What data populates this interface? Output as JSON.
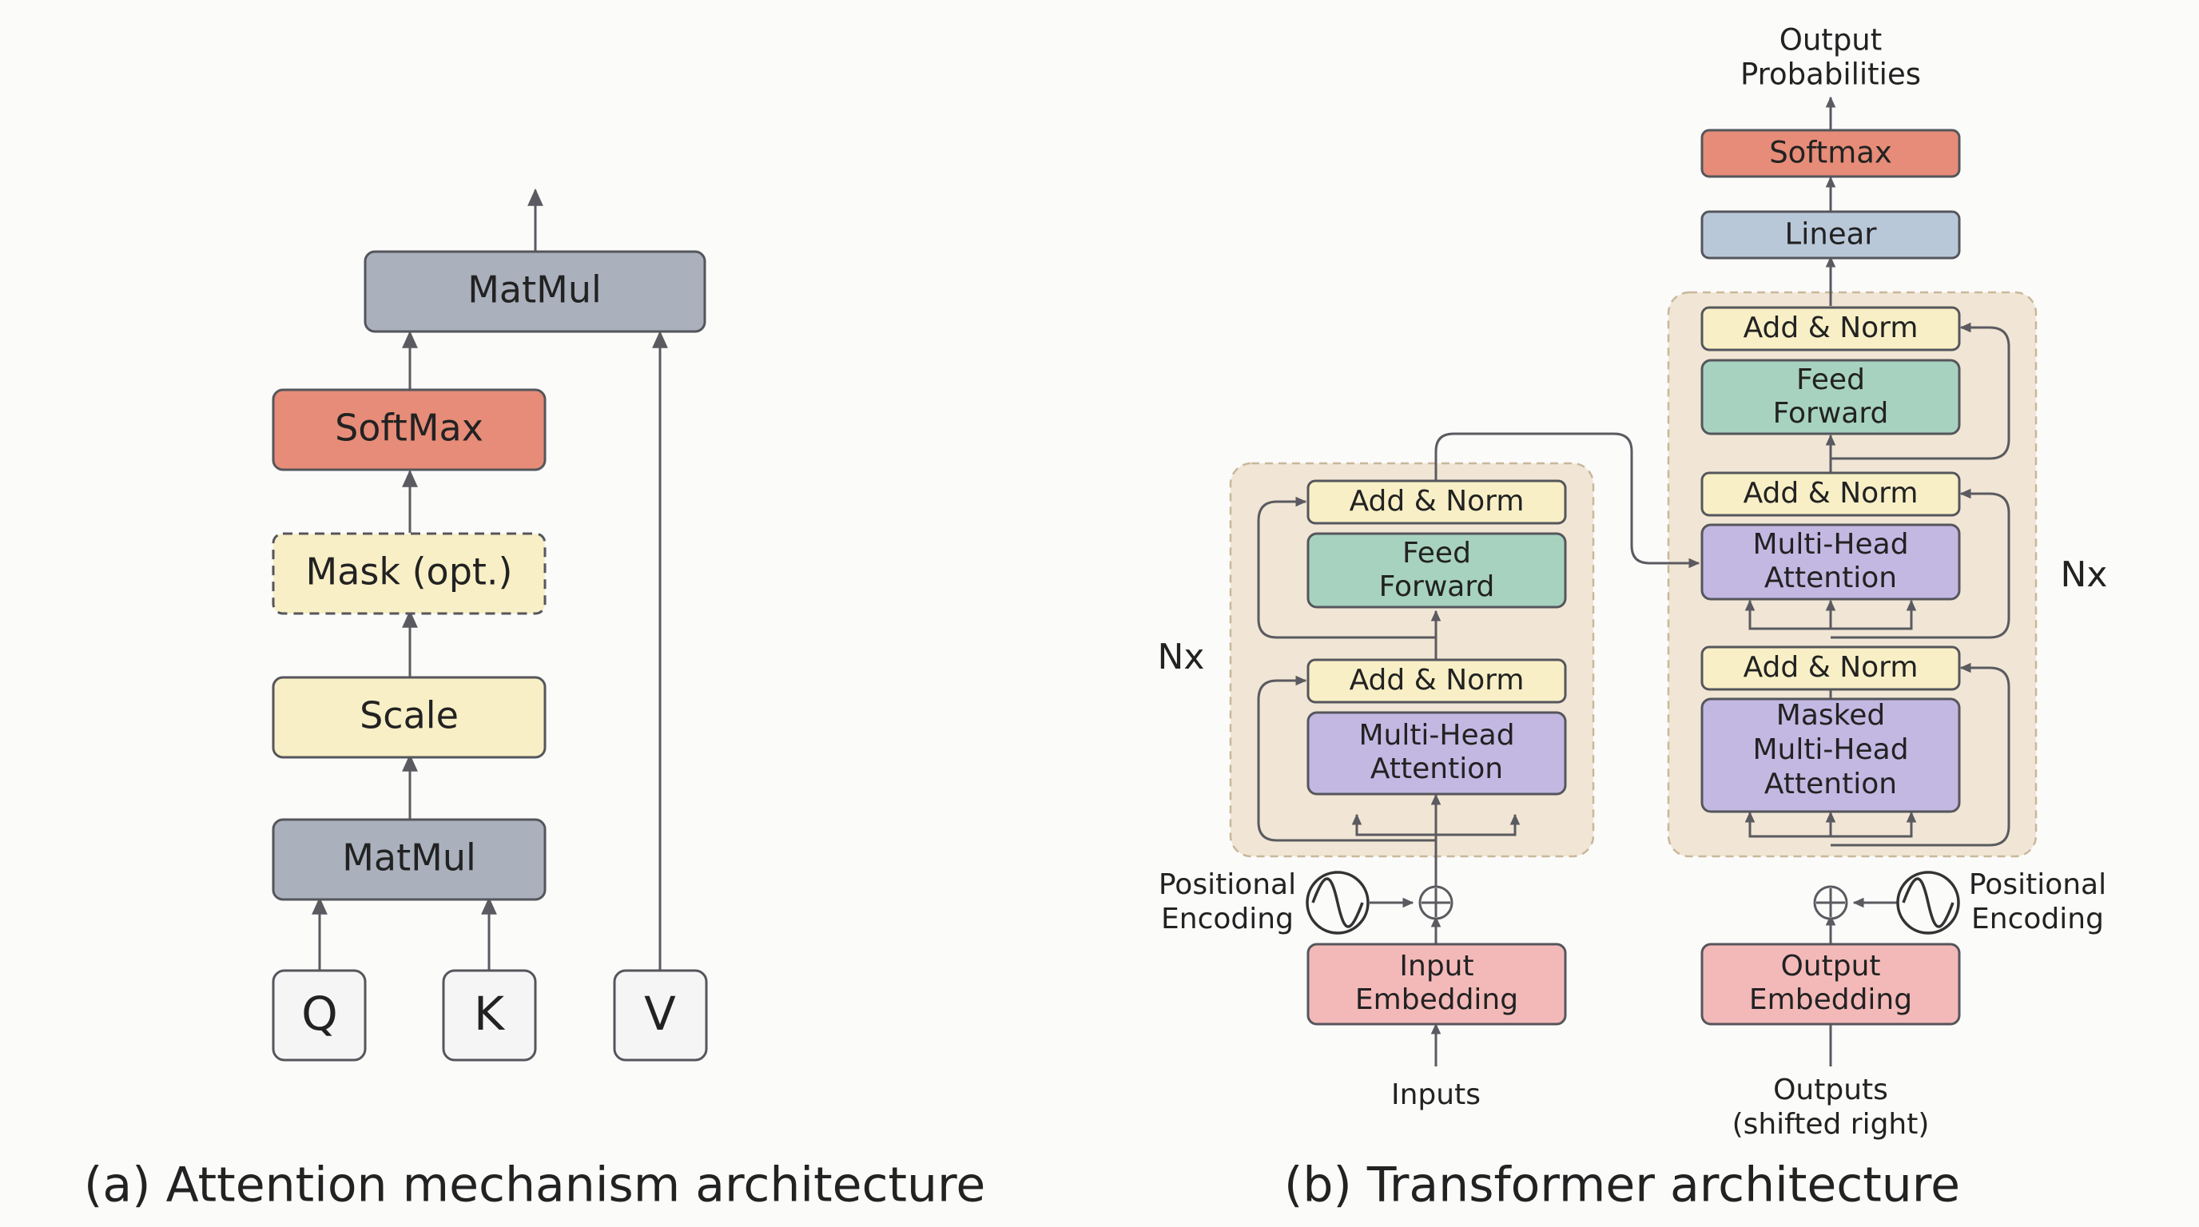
{
  "colors": {
    "gray": "#aab0bc",
    "red": "#e68c78",
    "yellow": "#f8efc6",
    "green": "#a7d2bf",
    "purple": "#c3b8e2",
    "blue": "#b9c8d9",
    "pink": "#f3b9b9",
    "white": "#f5f5f5",
    "stack": "#f1e6d5",
    "line": "#5a5a60"
  },
  "attention": {
    "matmul_top": "MatMul",
    "softmax": "SoftMax",
    "mask": "Mask (opt.)",
    "scale": "Scale",
    "matmul_bottom": "MatMul",
    "q": "Q",
    "k": "K",
    "v": "V",
    "caption": "(a) Attention mechanism architecture"
  },
  "transformer": {
    "output_probabilities": [
      "Output",
      "Probabilities"
    ],
    "softmax": "Softmax",
    "linear": "Linear",
    "encoder": {
      "repeat": "Nx",
      "add_norm": "Add & Norm",
      "feed_forward": [
        "Feed",
        "Forward"
      ],
      "multi_head_attention": [
        "Multi-Head",
        "Attention"
      ],
      "positional_encoding": [
        "Positional",
        "Encoding"
      ],
      "input_embedding": [
        "Input",
        "Embedding"
      ],
      "inputs": "Inputs"
    },
    "decoder": {
      "repeat": "Nx",
      "add_norm": "Add & Norm",
      "feed_forward": [
        "Feed",
        "Forward"
      ],
      "multi_head_attention": [
        "Multi-Head",
        "Attention"
      ],
      "masked_attention": [
        "Masked",
        "Multi-Head",
        "Attention"
      ],
      "positional_encoding": [
        "Positional",
        "Encoding"
      ],
      "output_embedding": [
        "Output",
        "Embedding"
      ],
      "outputs": [
        "Outputs",
        "(shifted right)"
      ]
    },
    "caption": "(b) Transformer architecture"
  }
}
